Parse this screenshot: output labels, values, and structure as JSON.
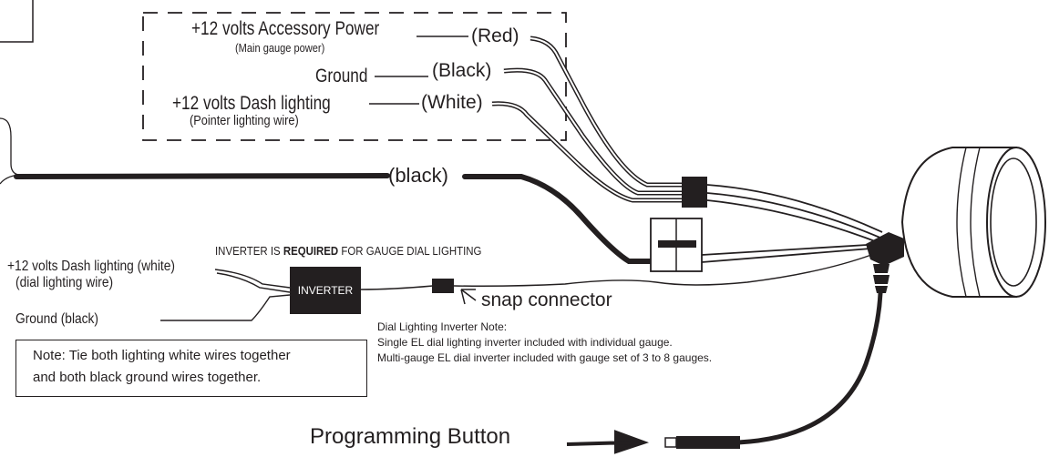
{
  "labels": {
    "acc_power": "+12 volts Accessory Power",
    "acc_power_sub": "(Main gauge power)",
    "red": "(Red)",
    "ground": "Ground",
    "black_paren": "(Black)",
    "dash_lighting": "+12 volts Dash lighting",
    "dash_lighting_sub": "(Pointer lighting wire)",
    "white_paren": "(White)",
    "black_lower": "(black)",
    "inverter_required_pre": "INVERTER IS",
    "inverter_required_bold": "REQUIRED",
    "inverter_required_post": "FOR GAUGE DIAL LIGHTING",
    "dash_white": "+12 volts Dash lighting (white)",
    "dial_wire": "(dial lighting wire)",
    "inverter": "INVERTER",
    "snap_connector": "snap connector",
    "ground_black": "Ground (black)",
    "note_line1": "Note: Tie both lighting white wires together",
    "note_line2": "and both black ground wires together.",
    "dial_note_title": "Dial Lighting Inverter Note:",
    "dial_note_1": "Single EL dial lighting inverter included with individual gauge.",
    "dial_note_2": "Multi-gauge EL dial inverter included with gauge set of 3 to 8 gauges.",
    "programming_button": "Programming Button"
  },
  "colors": {
    "ink": "#231f20",
    "background": "#ffffff"
  }
}
